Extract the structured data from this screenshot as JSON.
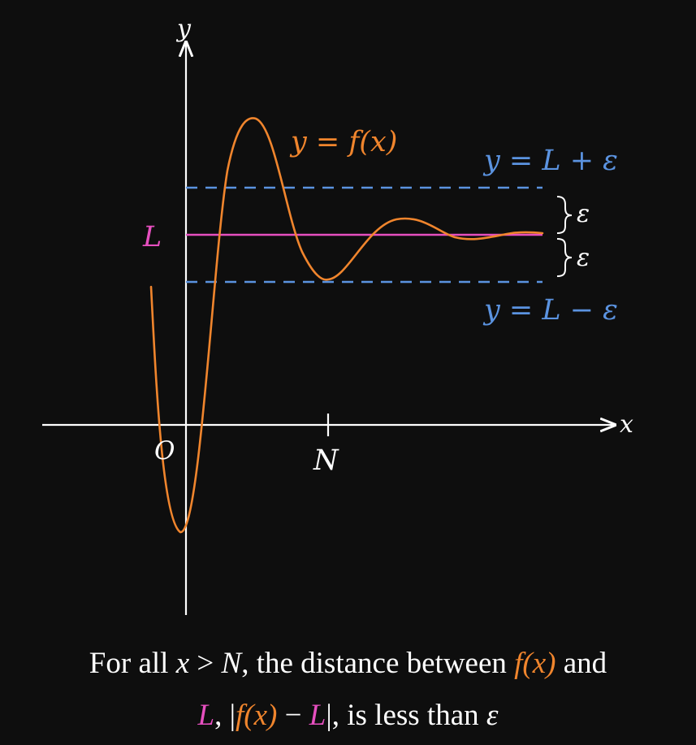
{
  "colors": {
    "background": "#0e0e0e",
    "axes": "#ffffff",
    "curve": "#f0852d",
    "limit": "#e64fbf",
    "bounds": "#5b93e0",
    "text": "#ffffff"
  },
  "labels": {
    "y_axis": "y",
    "x_axis": "x",
    "origin": "O",
    "n_tick": "N",
    "limit": "L",
    "curve": "y = f(x)",
    "upper_bound": "y = L + ε",
    "lower_bound": "y = L − ε",
    "epsilon_upper": "ε",
    "epsilon_lower": "ε"
  },
  "caption": {
    "line1": {
      "pre": "For all ",
      "x": "x",
      "gt": " > ",
      "N": "N",
      "mid": ", the distance between ",
      "fx": "f(x)",
      "and": " and"
    },
    "line2": {
      "L1": "L",
      "comma": ", |",
      "fx": "f(x)",
      "minus": " − ",
      "L2": "L",
      "tail": "|, is less than ",
      "eps": "ε"
    }
  }
}
